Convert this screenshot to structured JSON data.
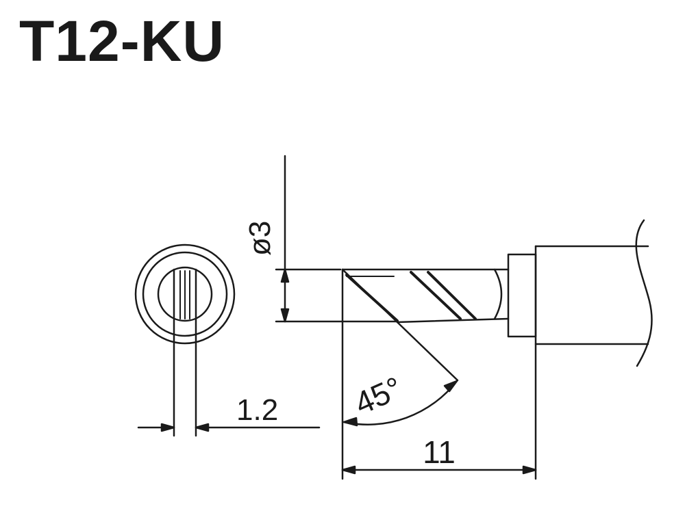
{
  "title": "T12-KU",
  "dimensions": {
    "diameter": "ø3",
    "width": "1.2",
    "angle": "45°",
    "length": "11"
  },
  "colors": {
    "line": "#1a1a1a",
    "background": "#ffffff"
  }
}
